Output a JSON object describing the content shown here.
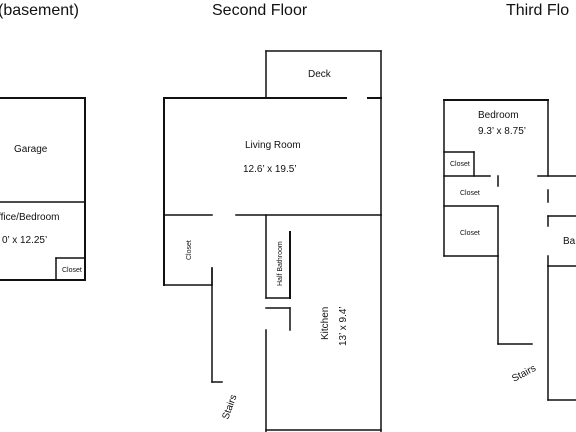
{
  "headings": {
    "first_floor": "(basement)",
    "second_floor": "Second Floor",
    "third_floor": "Third Flo"
  },
  "first_floor": {
    "garage": "Garage",
    "office_bedroom": "ffice/Bedroom",
    "office_bedroom_dims": "0’ x 12.25’",
    "closet": "Closet"
  },
  "second_floor": {
    "deck": "Deck",
    "living_room": "Living Room",
    "living_room_dims": "12.6’ x 19.5’",
    "closet": "Closet",
    "half_bathroom": "Half Bathroom",
    "kitchen": "Kitchen",
    "kitchen_dims": "13’ x 9.4’",
    "stairs": "Stairs"
  },
  "third_floor": {
    "bedroom": "Bedroom",
    "bedroom_dims": "9.3’ x 8.75’",
    "closet_1": "Closet",
    "closet_2": "Closet",
    "closet_3": "Closet",
    "bath_partial": "Ba",
    "stairs": "Stairs"
  }
}
